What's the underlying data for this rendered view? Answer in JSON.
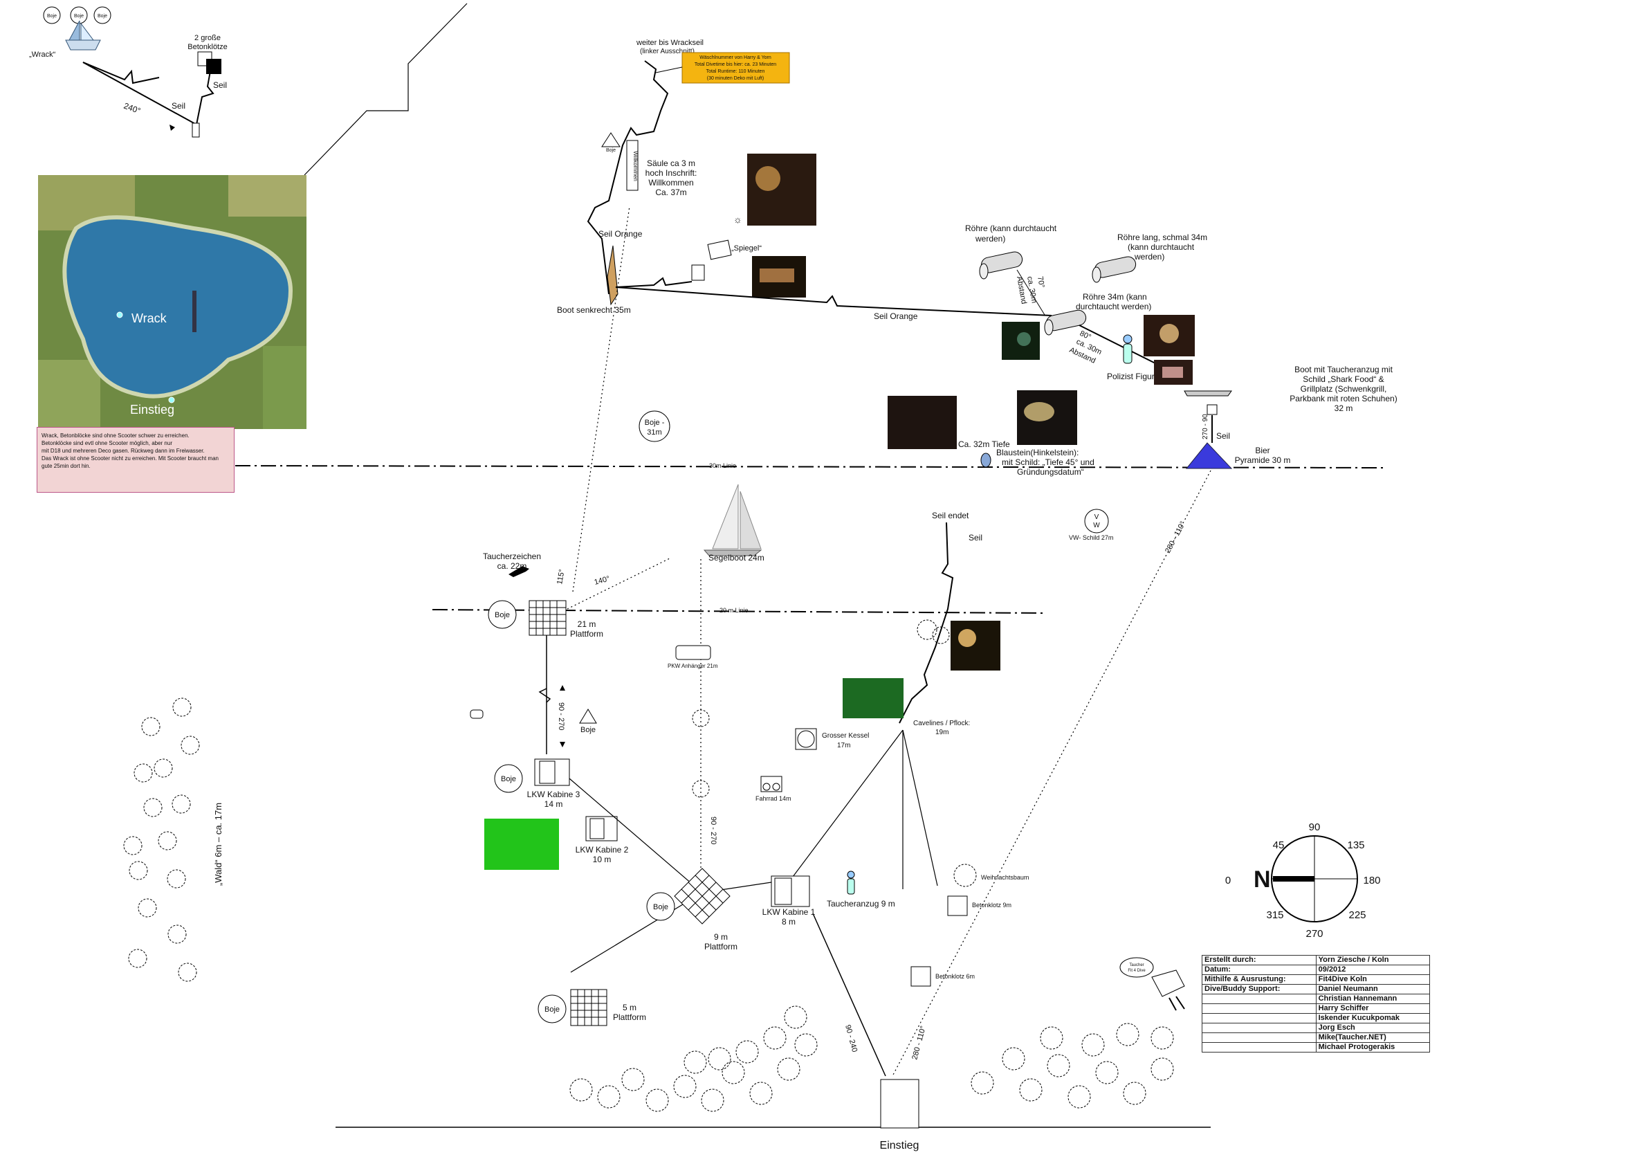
{
  "legend_small": {
    "boje": "Boje",
    "wrack": "„Wrack“",
    "betonkloetze": "2 große Betonklötze",
    "seil1": "Seil",
    "seil2": "Seil",
    "deg240": "240°"
  },
  "aerial": {
    "wrack": "Wrack",
    "einstieg": "Einstieg"
  },
  "note_lines": [
    "Wrack, Betonblöcke sind ohne Scooter schwer zu erreichen.",
    "Betonklöcke  sind evtl ohne Scooter möglich, aber nur",
    "mit D18 und mehreren Deco gasen. Rückweg dann im Freiwasser.",
    "Das Wrack ist ohne Scooter nicht zu erreichen. Mit Scooter braucht man",
    "gute 25min dort hin."
  ],
  "labels": {
    "weiter_wrackseil": "weiter bis Wrackseil",
    "linker_ausschnitt": "(linker Ausschnitt)",
    "waeschenummer_1": "Wäschlnummer von Harry & Yorn",
    "waeschenummer_2": "Total Divetime bis hier: ca. 23 Minuten",
    "waeschenummer_3": "Total Runtime: 110 Minuten",
    "waeschenummer_4": "(30 minuten Deko mit Luft)",
    "boje_top": "Boje",
    "willkommen": "Willkommen",
    "saeule_1": "Säule ca 3 m",
    "saeule_2": "hoch Inschrift:",
    "saeule_3": "Willkommen",
    "saeule_4": "Ca. 37m",
    "seil_orange_1": "Seil Orange",
    "spiegel": "„Spiegel“",
    "boot_senkrecht": "Boot senkrecht 35m",
    "seil_orange_2": "Seil Orange",
    "roehre1_1": "Röhre (kann durchtaucht",
    "roehre1_2": "werden)",
    "roehre2_1": "Röhre lang, schmal 34m",
    "roehre2_2": "(kann durchtaucht",
    "roehre2_3": "werden)",
    "roehre3_1": "Röhre 34m (kann",
    "roehre3_2": "durchtaucht werden)",
    "abstand1_a": "ca. 30m",
    "abstand1_b": "Abstand",
    "abstand1_deg": "70°",
    "abstand2_deg": "80°",
    "abstand2_a": "ca. 30m",
    "abstand2_b": "Abstand",
    "polizist": "Polizist Figur",
    "boot_shark_1": "Boot mit Taucheranzug mit",
    "boot_shark_2": "Schild „Shark Food“ &",
    "boot_shark_3": "Grillplatz (Schwenkgrill,",
    "boot_shark_4": "Parkbank mit roten Schuhen)",
    "boot_shark_5": "32 m",
    "deg_270_90": "270 - 90",
    "seil_pyr": "Seil",
    "bier_1": "Bier",
    "bier_2": "Pyramide 30 m",
    "boje31_1": "Boje -",
    "boje31_2": "31m",
    "ca32": "Ca. 32m Tiefe",
    "blaustein_1": "Blaustein(Hinkelstein):",
    "blaustein_2": "mit Schild: „Tiefe 45° und",
    "blaustein_3": "Gründungsdatum“",
    "linie30": "30m Linie",
    "seil_endet": "Seil endet",
    "seil_mid": "Seil",
    "vw_schild": "VW- Schild 27m",
    "deg_280_110_a": "280 - 110°",
    "taucherzeichen_1": "Taucherzeichen",
    "taucherzeichen_2": "ca. 22m",
    "deg_115": "115°",
    "deg_140": "140°",
    "segelboot": "Segelboot 24m",
    "linie20": "20 m Linie",
    "boje_20": "Boje",
    "plattform21_1": "21 m",
    "plattform21_2": "Plattform",
    "pkw": "PKW Anhänger 21m",
    "deg_90_270_a": "90 - 270",
    "boje_mid": "Boje",
    "grosser_kessel_1": "Grosser Kessel",
    "grosser_kessel_2": "17m",
    "cavelines_1": "Cavelines / Pflock:",
    "cavelines_2": "19m",
    "fahrrad": "Fahrrad 14m",
    "boje_lkw3": "Boje",
    "lkw3_1": "LKW Kabine 3",
    "lkw3_2": "14 m",
    "lkw2_1": "LKW Kabine 2",
    "lkw2_2": "10 m",
    "deg_90_270_b": "90 - 270",
    "weihnachtsbaum": "Weihnachtsbaum",
    "betonklotz9": "Betonklotz 9m",
    "taucheranzug9": "Taucheranzug 9 m",
    "lkw1_1": "LKW Kabine 1",
    "lkw1_2": "8 m",
    "boje_9": "Boje",
    "plattform9_1": "9 m",
    "plattform9_2": "Plattform",
    "betonklotz6": "Betonklotz 6m",
    "boje_5": "Boje",
    "plattform5_1": "5 m",
    "plattform5_2": "Plattform",
    "deg_90_240": "90 - 240",
    "deg_280_110_b": "280 - 110°",
    "wald": "„Wald“ 6m – ca. 17m",
    "einstieg": "Einstieg",
    "vw_v": "V",
    "vw_w": "W",
    "logo_1": "Taucher",
    "logo_2": "Fit 4 Dive"
  },
  "compass": {
    "n90": "90",
    "n45": "45",
    "n135": "135",
    "n0": "0",
    "n180": "180",
    "n315": "315",
    "n225": "225",
    "n270": "270"
  },
  "info": [
    [
      "Erstellt durch:",
      "Yorn Ziesche / Koln"
    ],
    [
      "Datum:",
      "09/2012"
    ],
    [
      "Mithilfe & Ausrustung:",
      "Fit4Dive Koln"
    ],
    [
      "Dive/Buddy Support:",
      "Daniel Neumann"
    ],
    [
      "",
      "Christian Hannemann"
    ],
    [
      "",
      "Harry Schiffer"
    ],
    [
      "",
      "Iskender Kucukpomak"
    ],
    [
      "",
      "Jorg Esch"
    ],
    [
      "",
      "Mike(Taucher.NET)"
    ],
    [
      "",
      "Michael Protogerakis"
    ]
  ],
  "colors": {
    "pyramid": "#3a3adc",
    "note_bg": "#f2d4d4",
    "info_bg": "#f4b410",
    "green_photo": "#22c41a",
    "lake": "#2f78a8"
  }
}
